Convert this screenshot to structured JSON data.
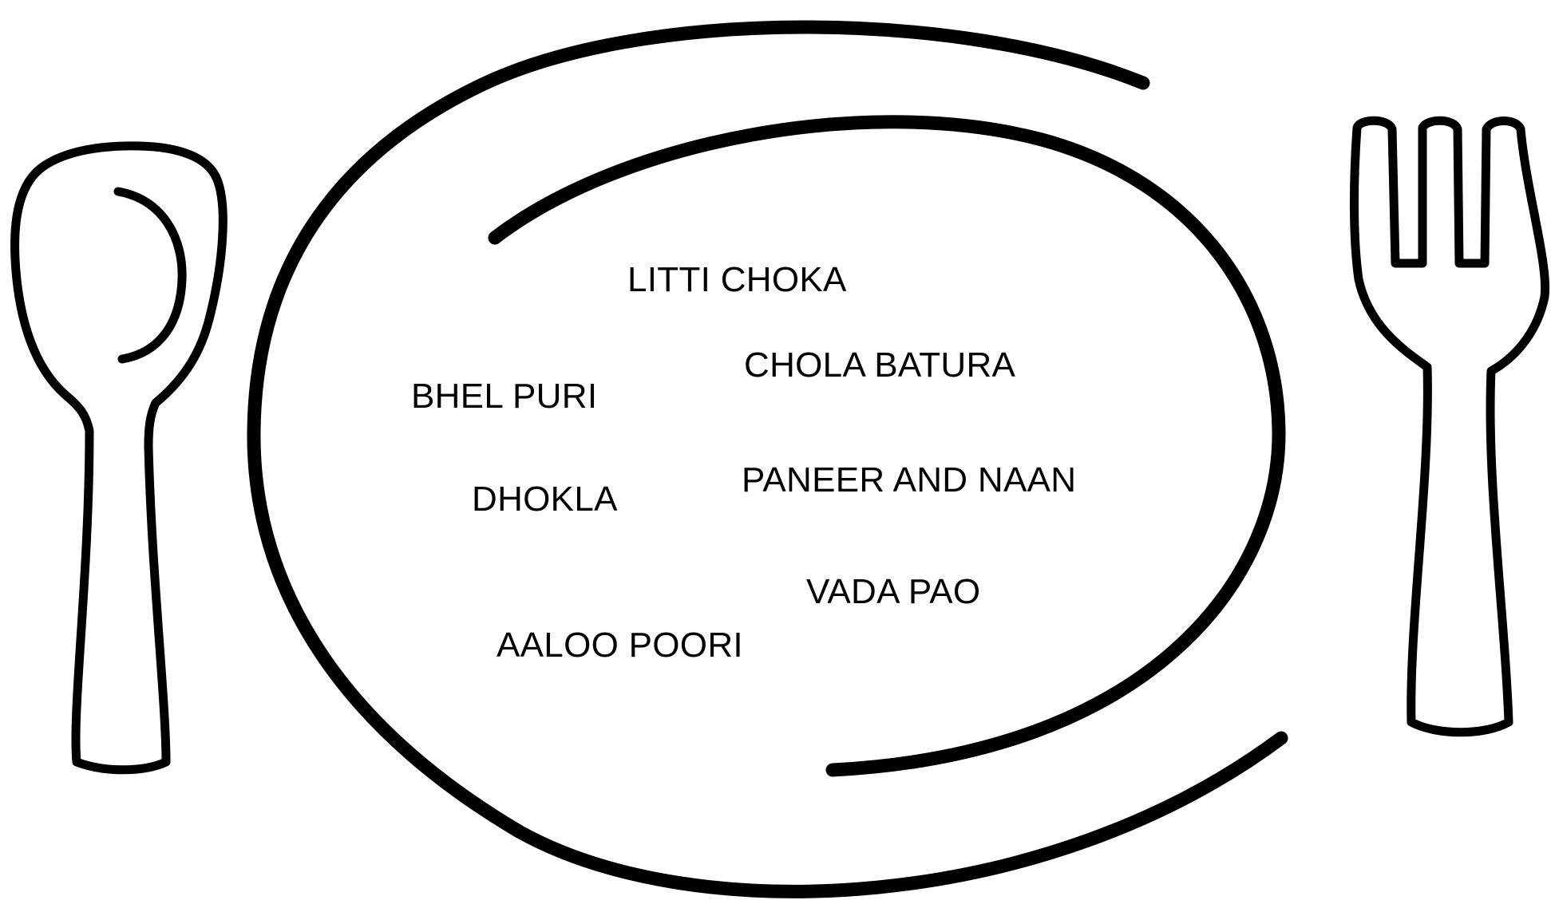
{
  "colors": {
    "stroke": "#000000",
    "background": "#ffffff"
  },
  "icons": {
    "left": "spoon-icon",
    "center": "plate-icon",
    "right": "fork-icon"
  },
  "dishes": [
    {
      "label": "LITTI CHOKA"
    },
    {
      "label": "CHOLA BATURA"
    },
    {
      "label": "BHEL PURI"
    },
    {
      "label": "PANEER AND NAAN"
    },
    {
      "label": "DHOKLA"
    },
    {
      "label": "VADA PAO"
    },
    {
      "label": "AALOO POORI"
    }
  ]
}
